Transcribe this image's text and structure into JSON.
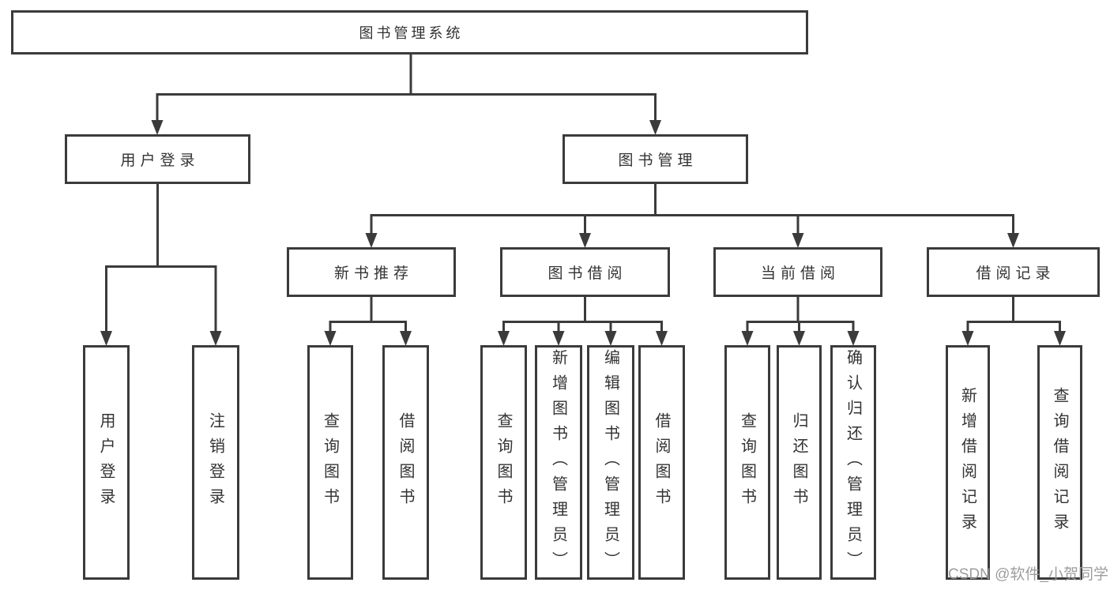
{
  "diagram": {
    "root": {
      "label": "图书管理系统"
    },
    "level2": [
      {
        "id": "user-login",
        "label": "用户登录"
      },
      {
        "id": "book-management",
        "label": "图书管理"
      }
    ],
    "level3": [
      {
        "id": "new-book-recommend",
        "label": "新书推荐"
      },
      {
        "id": "book-borrowing",
        "label": "图书借阅"
      },
      {
        "id": "current-borrowing",
        "label": "当前借阅"
      },
      {
        "id": "borrowing-records",
        "label": "借阅记录"
      }
    ],
    "leaves": {
      "user_login": [
        {
          "label": "用户登录"
        },
        {
          "label": "注销登录"
        }
      ],
      "new_book_recommend": [
        {
          "label": "查询图书"
        },
        {
          "label": "借阅图书"
        }
      ],
      "book_borrowing": [
        {
          "label": "查询图书"
        },
        {
          "label": "新增图书（管理员）"
        },
        {
          "label": "编辑图书（管理员）"
        },
        {
          "label": "借阅图书"
        }
      ],
      "current_borrowing": [
        {
          "label": "查询图书"
        },
        {
          "label": "归还图书"
        },
        {
          "label": "确认归还（管理员）"
        }
      ],
      "borrowing_records": [
        {
          "label": "新增借阅记录"
        },
        {
          "label": "查询借阅记录"
        }
      ]
    }
  },
  "watermark": {
    "text": "CSDN @软件_小贺同学"
  },
  "colors": {
    "line": "#3b3b3b",
    "text": "#333333",
    "watermark": "#989898",
    "background": "#ffffff"
  }
}
